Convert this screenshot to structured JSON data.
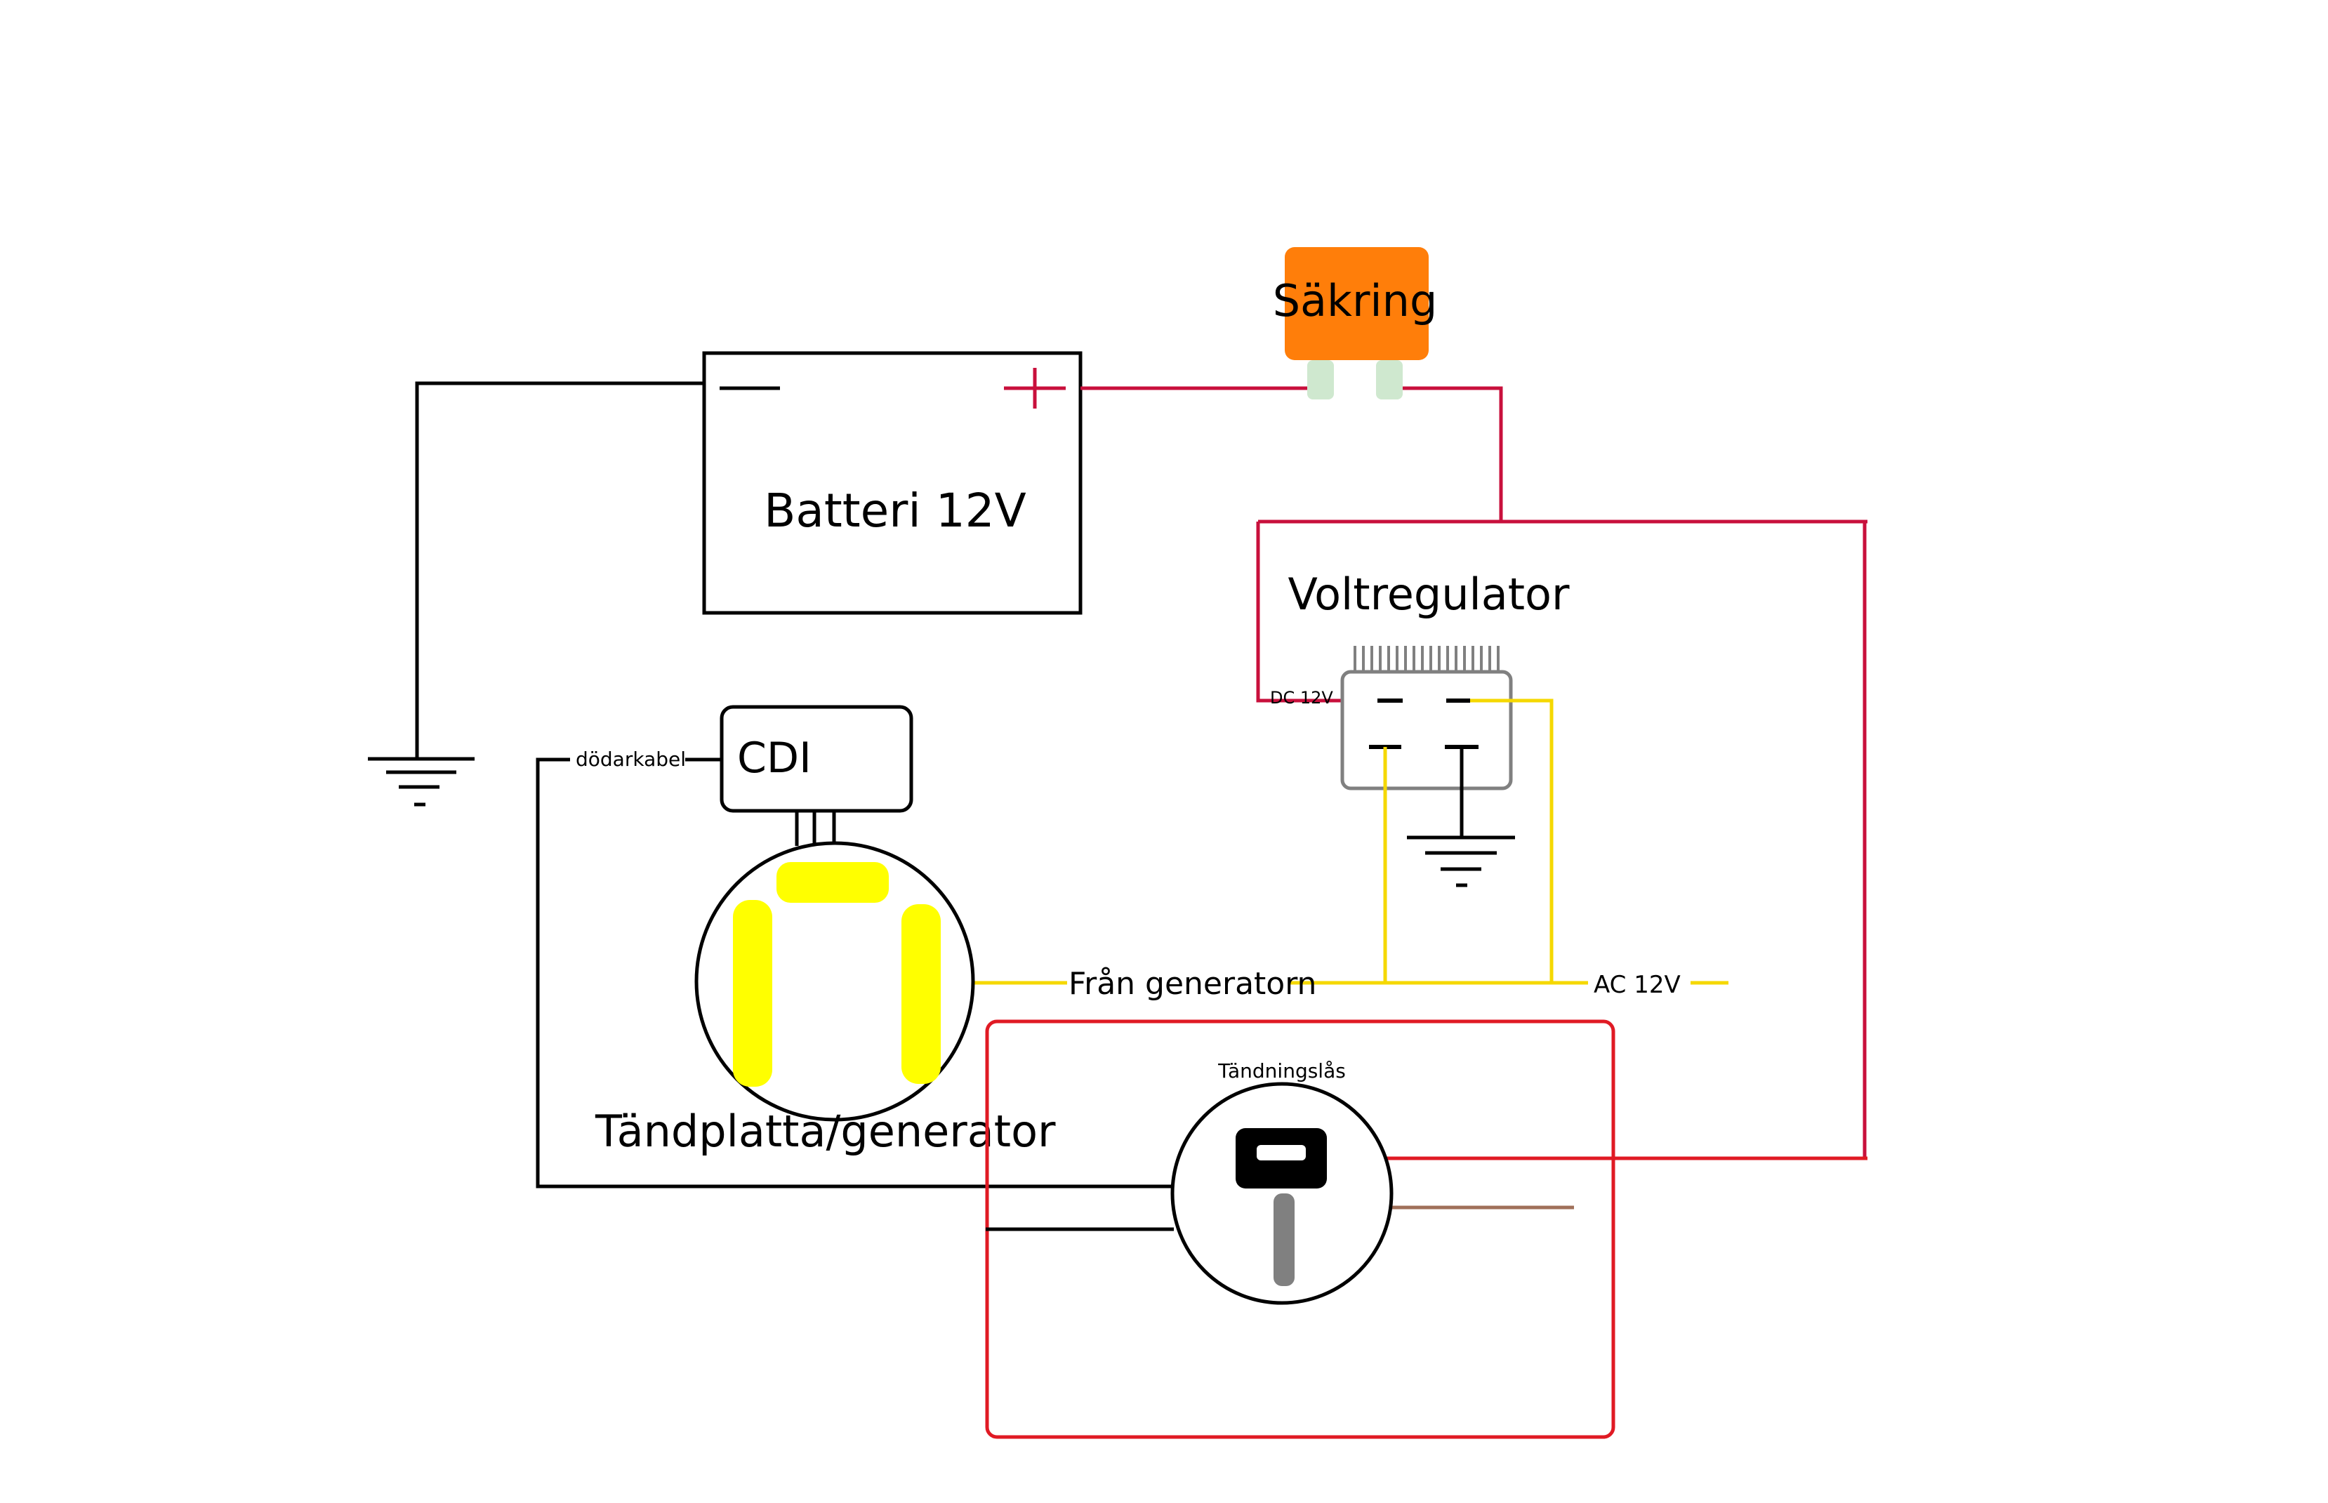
{
  "labels": {
    "fuse": "Säkring",
    "battery": "Batteri 12V",
    "voltage_regulator": "Voltregulator",
    "dc12v": "DC 12V",
    "cdi": "CDI",
    "kill_wire": "dödarkabel",
    "from_generator": "Från generatorn",
    "ac12v": "AC 12V",
    "ignition_lock": "Tändningslås",
    "stator": "Tändplatta/generator"
  },
  "colors": {
    "wire_black": "#000000",
    "wire_dc_positive": "#c8103c",
    "wire_red": "#e01a24",
    "wire_ac_yellow": "#f5d800",
    "wire_brown": "#a0705a",
    "fuse_body": "#ff7e0a",
    "fuse_terminals": "#cfe8cf",
    "stator_coils": "#ffff00",
    "ignition_frame": "#e01a24",
    "key_head": "#000000",
    "key_shaft": "#808080",
    "regulator_body": "#808080"
  }
}
